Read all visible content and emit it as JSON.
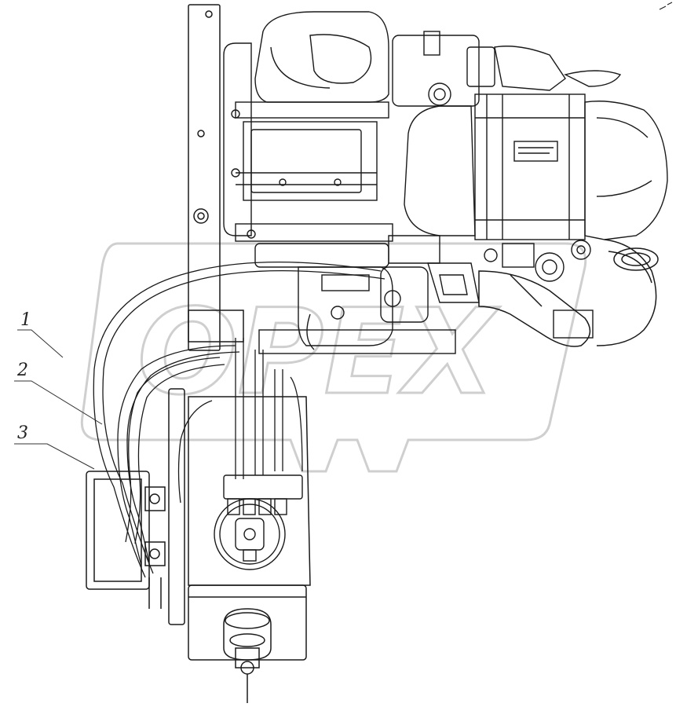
{
  "figure": {
    "background_color": "#ffffff",
    "line_color": "#1a1a1a",
    "watermark_color": "#cfcfcf"
  },
  "watermark": {
    "text": "OPEX"
  },
  "callouts": [
    {
      "id": "callout-1",
      "label": "1"
    },
    {
      "id": "callout-2",
      "label": "2"
    },
    {
      "id": "callout-3",
      "label": "3"
    }
  ],
  "components": [
    {
      "name": "engine-block"
    },
    {
      "name": "air-filter-housing"
    },
    {
      "name": "intake-pipe"
    },
    {
      "name": "mounting-bracket"
    },
    {
      "name": "fuel-tank"
    },
    {
      "name": "fuel-pump-module"
    },
    {
      "name": "filler-cap"
    },
    {
      "name": "hose-1"
    },
    {
      "name": "hose-2"
    },
    {
      "name": "hose-3"
    }
  ]
}
